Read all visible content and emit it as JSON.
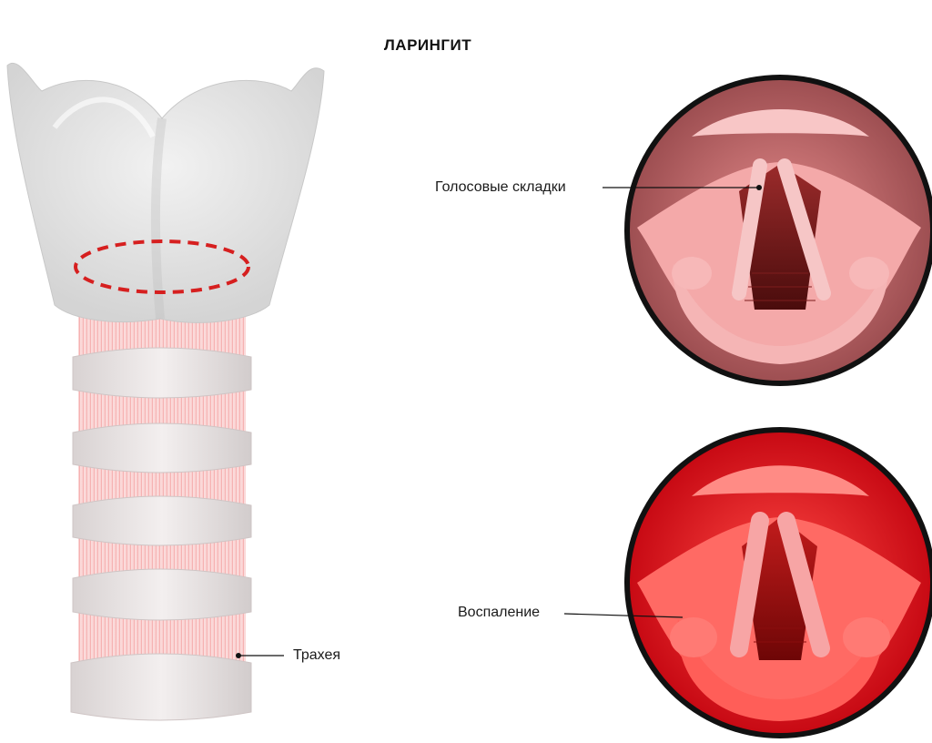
{
  "title": "ЛАРИНГИТ",
  "labels": {
    "vocal_folds": "Голосовые складки",
    "inflammation": "Воспаление",
    "trachea": "Трахея"
  },
  "colors": {
    "healthy_frame": "#a85a5c",
    "inflamed_frame": "#d80f1a",
    "cartilage": "#dcdcdc",
    "ring_pink": "#f7b3b3",
    "marker_dashed": "#d61f1f"
  }
}
